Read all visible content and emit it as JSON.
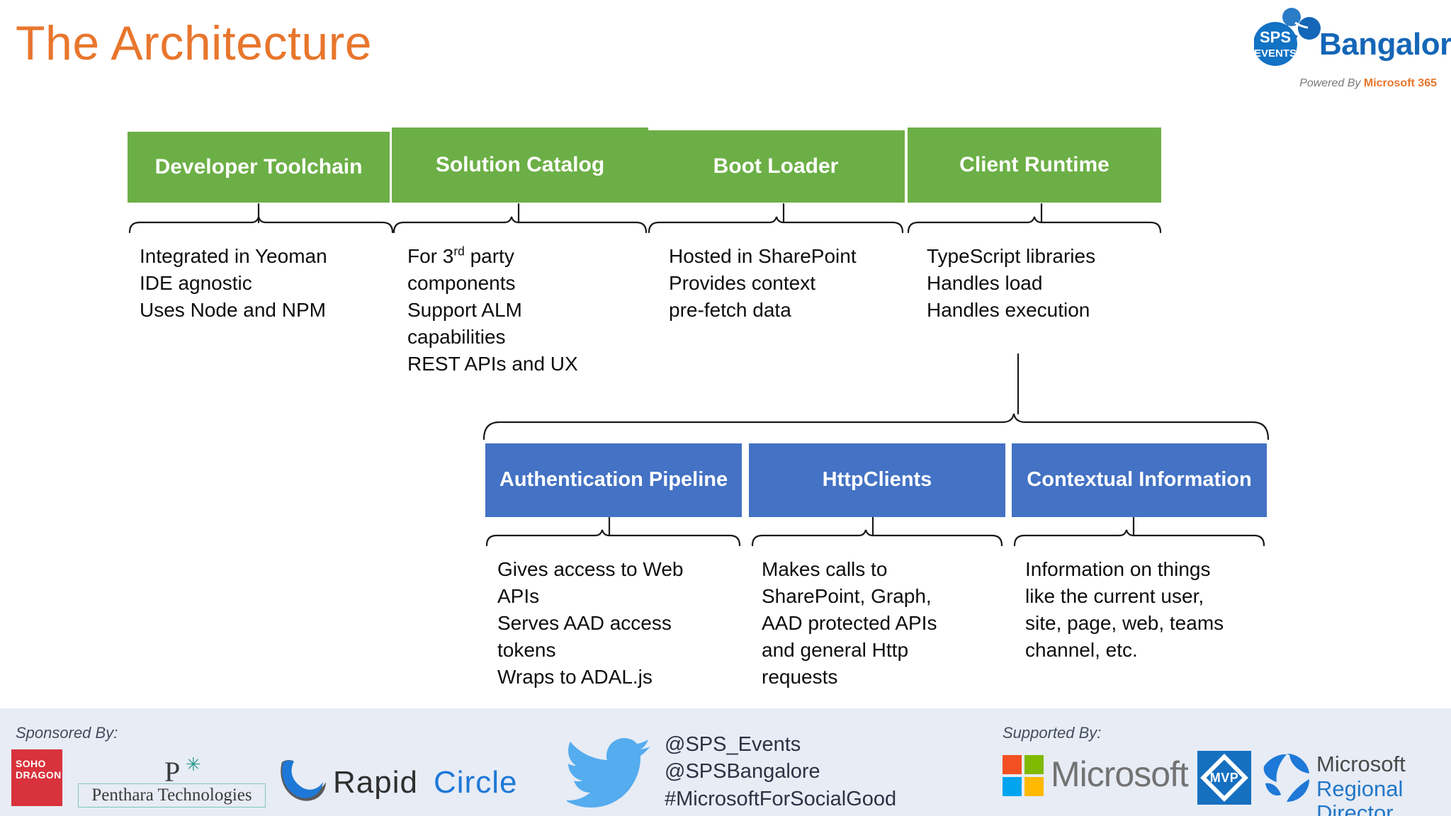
{
  "slide": {
    "title": "The Architecture",
    "title_color": "#E8762D",
    "background": "#FFFFFF"
  },
  "brand": {
    "logo_mark": "sps-events-logo",
    "logo_badge_line1": "SPS",
    "logo_badge_line2": "EVENTS",
    "logo_text": "Bangalore",
    "powered_by_prefix": "Powered By ",
    "powered_by_brand": "Microsoft 365",
    "logo_blue": "#1566B7",
    "accent_orange": "#E8762D"
  },
  "diagram": {
    "tier1_color": "#6CAF46",
    "tier2_color": "#4472C4",
    "tier1": [
      {
        "id": "developer-toolchain",
        "label": "Developer Toolchain",
        "description": "Integrated in Yeoman\nIDE agnostic\nUses Node and NPM"
      },
      {
        "id": "solution-catalog",
        "label": "Solution Catalog",
        "description_pre": "For 3",
        "description_sup": "rd",
        "description_post": " party\ncomponents\nSupport ALM\ncapabilities\nREST APIs and UX"
      },
      {
        "id": "boot-loader",
        "label": "Boot Loader",
        "description": "Hosted in SharePoint\nProvides context\npre-fetch data"
      },
      {
        "id": "client-runtime",
        "label": "Client Runtime",
        "description": "TypeScript libraries\nHandles load\nHandles execution"
      }
    ],
    "tier2": [
      {
        "id": "authentication-pipeline",
        "label": "Authentication Pipeline",
        "description": "Gives access to Web\nAPIs\nServes AAD access\ntokens\nWraps to ADAL.js"
      },
      {
        "id": "httpclients",
        "label": "HttpClients",
        "description": "Makes calls to\nSharePoint, Graph,\nAAD protected APIs\nand general Http\nrequests"
      },
      {
        "id": "contextual-information",
        "label": "Contextual Information",
        "description": "Information on things\nlike the current user,\nsite, page, web, teams\nchannel, etc."
      }
    ]
  },
  "footer": {
    "background": "#E7ECF5",
    "sponsored_label": "Sponsored By:",
    "supported_label": "Supported By:",
    "sponsors": [
      {
        "id": "soho-dragon",
        "line1": "SOHO",
        "line2": "DRAGON",
        "color": "#D8323C"
      },
      {
        "id": "penthara-technologies",
        "mark": "P",
        "star": "✳",
        "name": "Penthara Technologies"
      },
      {
        "id": "rapid-circle",
        "word1": "Rapid",
        "word2": "Circle"
      }
    ],
    "social": {
      "icon": "twitter-bird-icon",
      "handles": "@SPS_Events\n@SPSBangalore\n#MicrosoftForSocialGood"
    },
    "supporters": [
      {
        "id": "microsoft",
        "word": "Microsoft"
      },
      {
        "id": "mvp",
        "word": "MVP"
      },
      {
        "id": "microsoft-regional-director",
        "line1": "Microsoft",
        "line2": "Regional Director"
      }
    ]
  }
}
